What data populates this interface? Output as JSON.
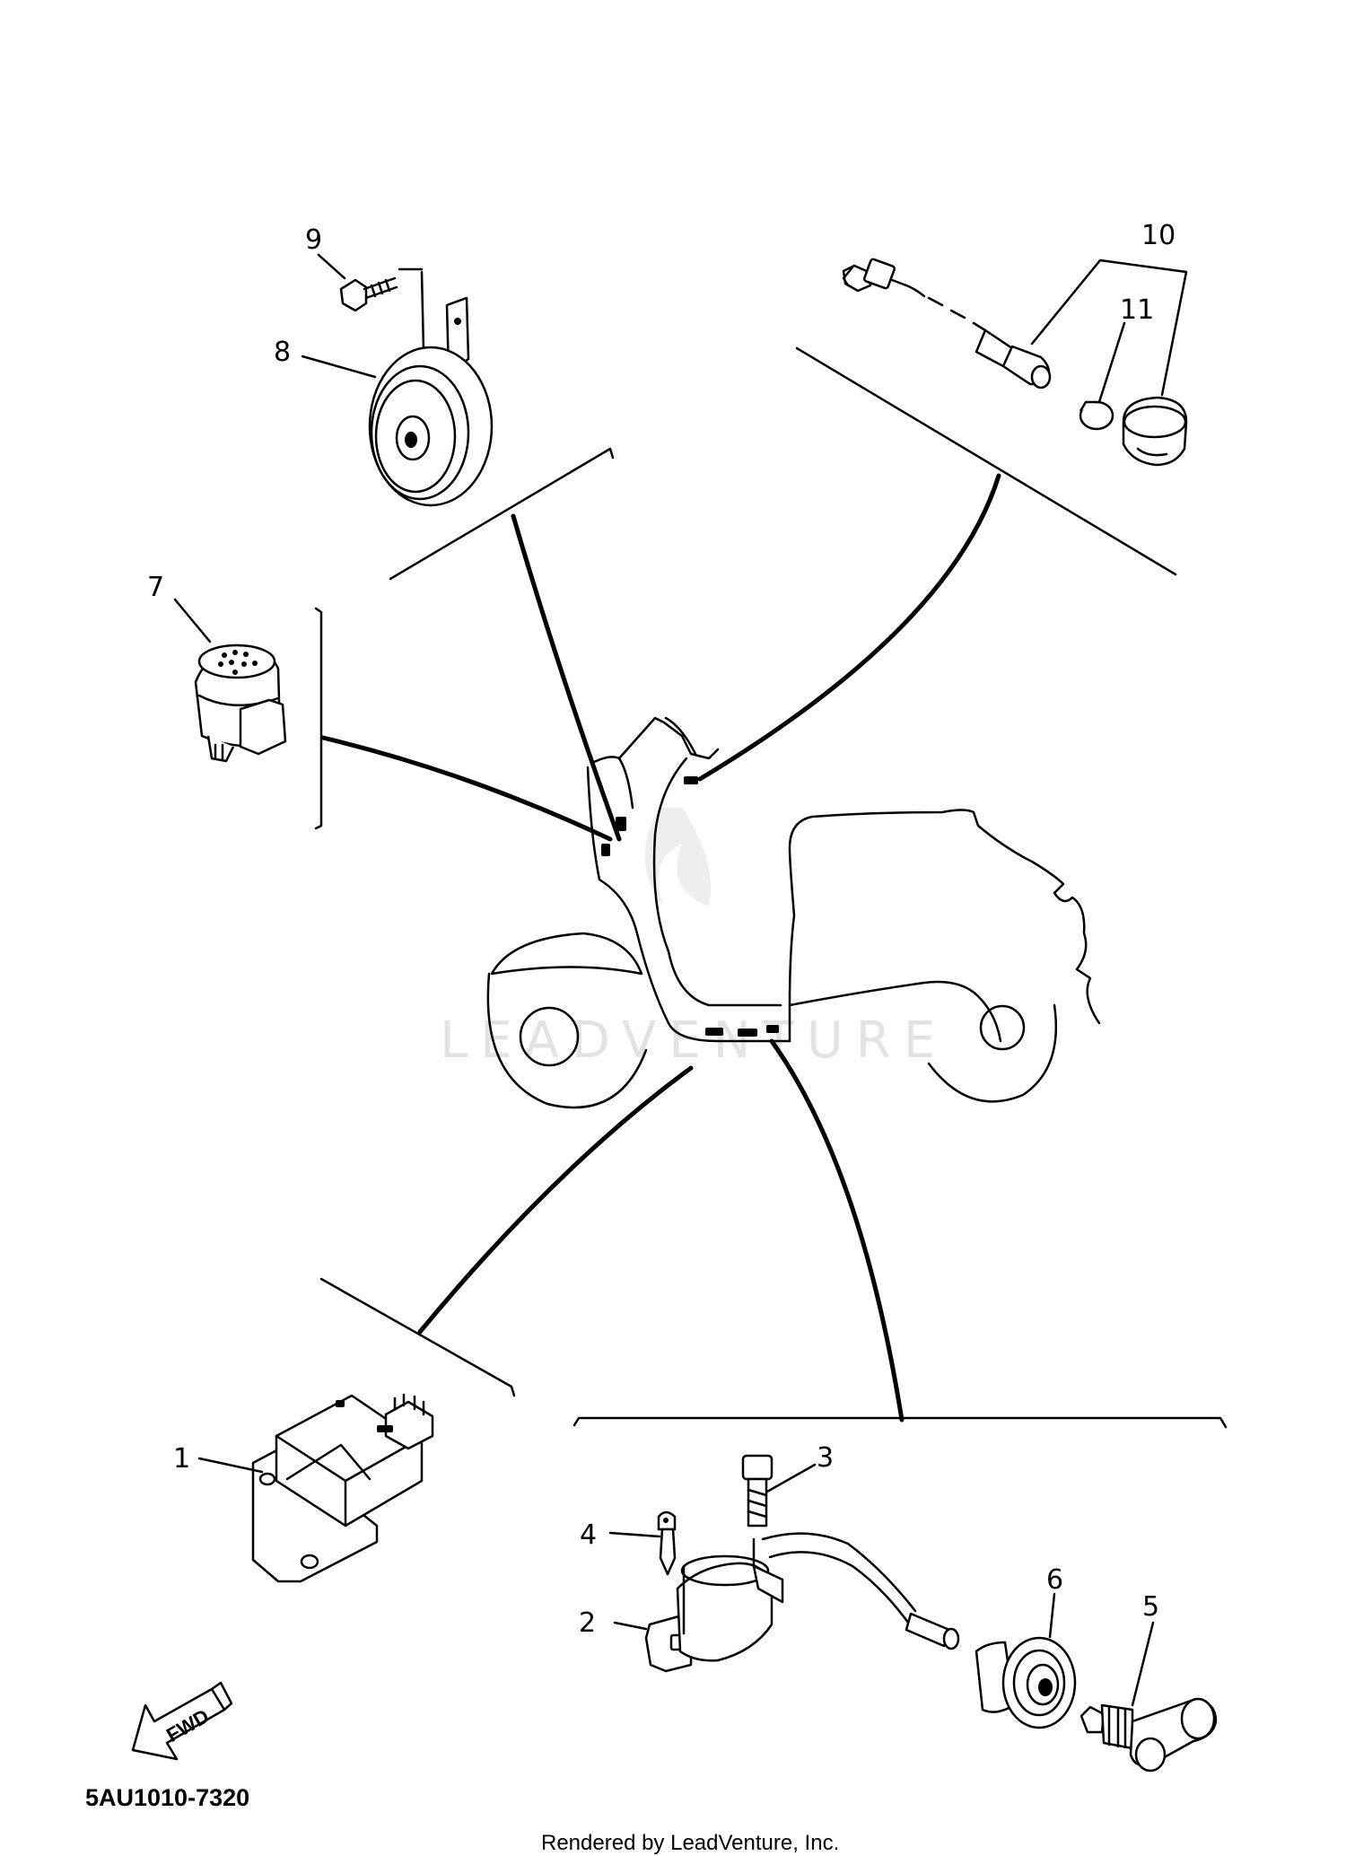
{
  "diagram": {
    "code": "5AU1010-7320",
    "credit": "Rendered by LeadVenture, Inc.",
    "watermark": "LEADVENTURE",
    "fwd_label": "FWD",
    "callouts": [
      {
        "id": "1",
        "label": "1"
      },
      {
        "id": "2",
        "label": "2"
      },
      {
        "id": "3",
        "label": "3"
      },
      {
        "id": "4",
        "label": "4"
      },
      {
        "id": "5",
        "label": "5"
      },
      {
        "id": "6",
        "label": "6"
      },
      {
        "id": "7",
        "label": "7"
      },
      {
        "id": "8",
        "label": "8"
      },
      {
        "id": "9",
        "label": "9"
      },
      {
        "id": "10",
        "label": "10"
      },
      {
        "id": "11",
        "label": "11"
      }
    ]
  }
}
